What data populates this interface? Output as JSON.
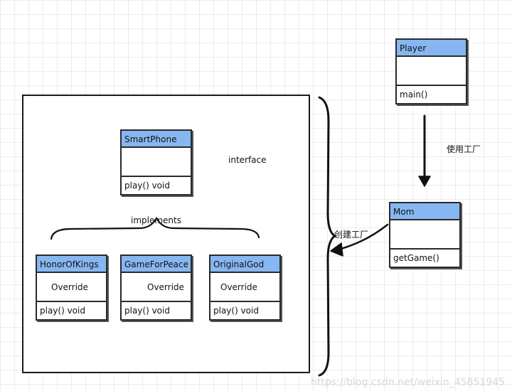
{
  "interface_label": "interface",
  "implements_label": "implements",
  "use_factory_label": "使用工厂",
  "create_factory_label": "创建工厂",
  "watermark": "https://blog.csdn.net/weixin_45851945",
  "header_color": "#87b7f2",
  "classes": {
    "smartphone": {
      "name": "SmartPhone",
      "body": "",
      "method": "play() void"
    },
    "honorofkings": {
      "name": "HonorOfKings",
      "body": "Override",
      "method": "play() void"
    },
    "gameforpeace": {
      "name": "GameForPeace",
      "body": "Override",
      "method": "play() void"
    },
    "originalgod": {
      "name": "OriginalGod",
      "body": "Override",
      "method": "play() void"
    },
    "player": {
      "name": "Player",
      "body": "",
      "method": "main()"
    },
    "mom": {
      "name": "Mom",
      "body": "",
      "method": "getGame()"
    }
  }
}
